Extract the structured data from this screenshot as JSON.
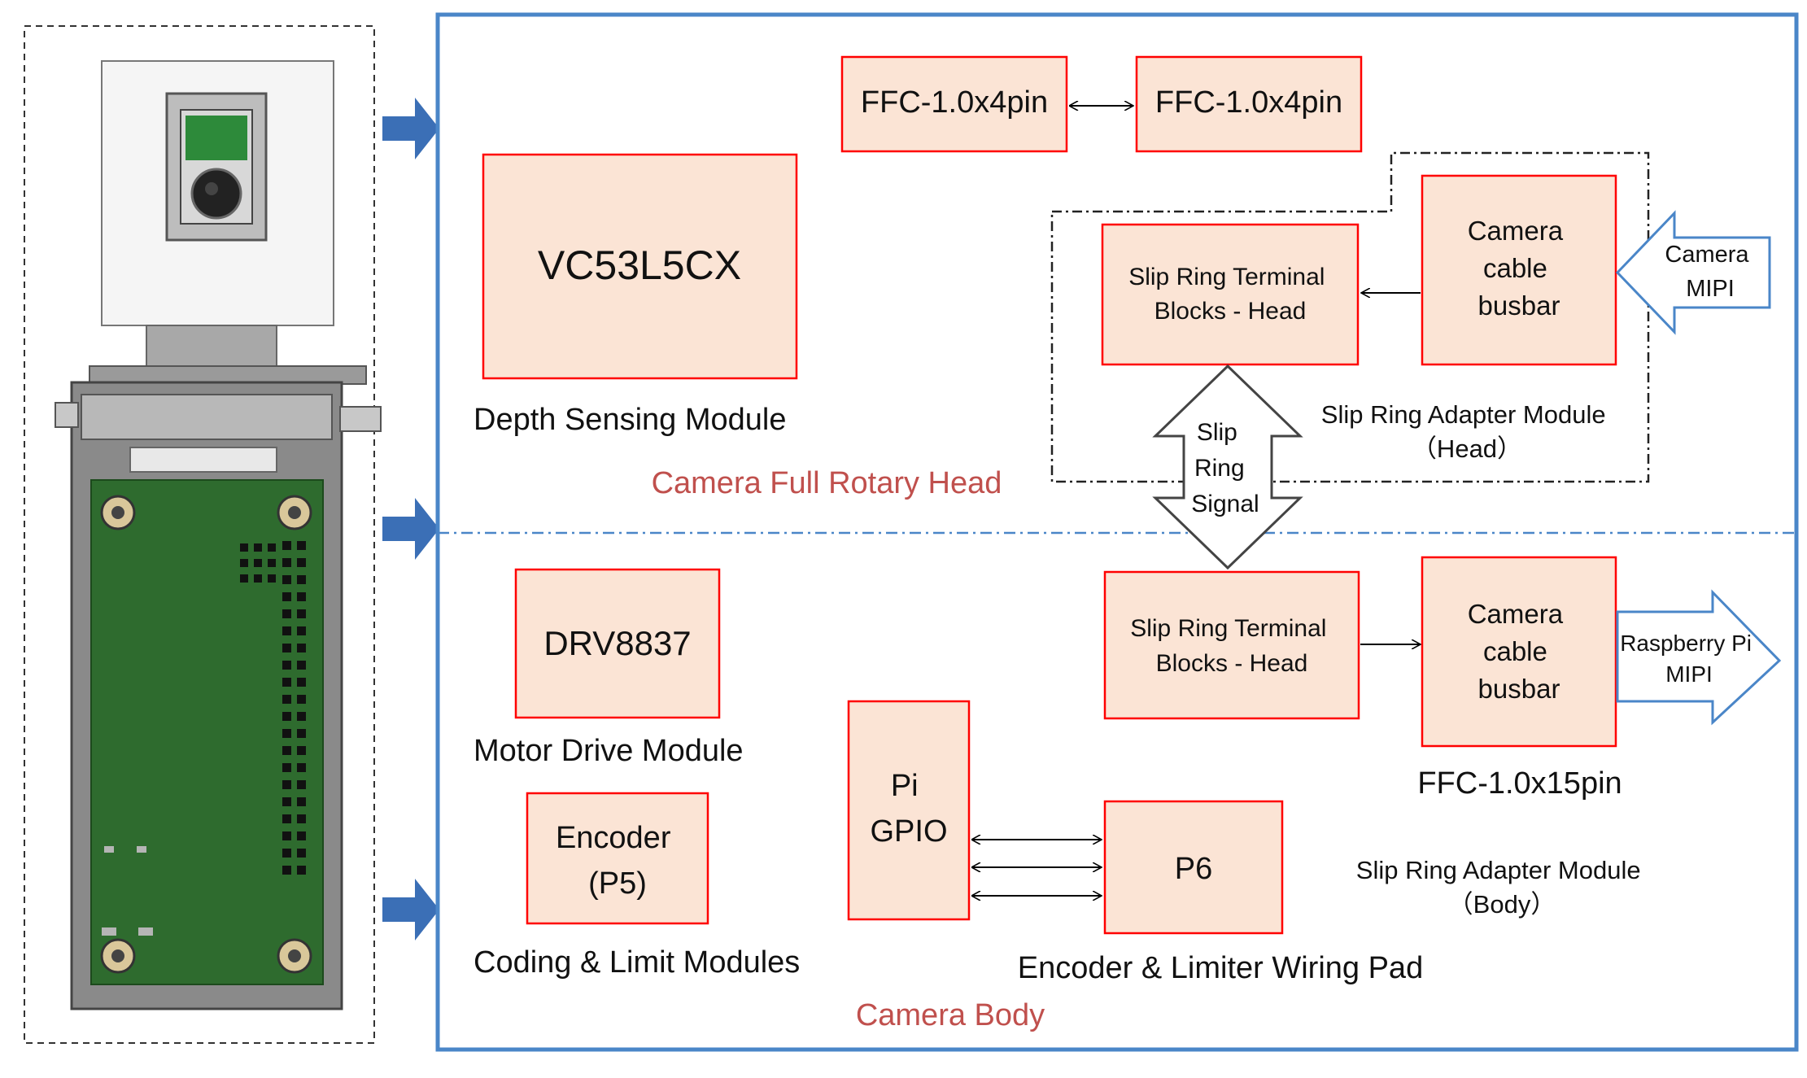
{
  "colors": {
    "box_fill": "#fbe4d5",
    "box_border": "#ff0000",
    "frame_border": "#4a86c8",
    "section_label": "#c0504d",
    "pcb_green": "#2e6b2e",
    "blue_arrow": "#3b6fb6"
  },
  "modules": {
    "ffc_left": "FFC-1.0x4pin",
    "ffc_right": "FFC-1.0x4pin",
    "vc53": "VC53L5CX",
    "depth_label": "Depth Sensing Module",
    "camera_busbar_head": [
      "Camera",
      "cable",
      "busbar"
    ],
    "slip_terminal_head": [
      "Slip Ring Terminal",
      "Blocks - Head"
    ],
    "camera_mipi_arrow": [
      "Camera",
      "MIPI"
    ],
    "adapter_head_label": [
      "Slip Ring Adapter Module",
      "（Head）"
    ],
    "slip_signal": [
      "Slip",
      "Ring",
      "Signal"
    ],
    "head_section": "Camera Full Rotary Head",
    "drv": "DRV8837",
    "motor_label": "Motor Drive Module",
    "slip_terminal_body": [
      "Slip Ring Terminal",
      "Blocks - Head"
    ],
    "camera_busbar_body": [
      "Camera",
      "cable",
      "busbar"
    ],
    "rpi_mipi_arrow": [
      "Raspberry Pi",
      "MIPI"
    ],
    "ffc15": "FFC-1.0x15pin",
    "pi_gpio": [
      "Pi",
      "GPIO"
    ],
    "encoder": [
      "Encoder",
      "(P5)"
    ],
    "p6": "P6",
    "adapter_body_label": [
      "Slip Ring Adapter Module",
      "（Body）"
    ],
    "coding_label": "Coding & Limit Modules",
    "wiring_label": "Encoder & Limiter Wiring Pad",
    "body_section": "Camera Body"
  }
}
